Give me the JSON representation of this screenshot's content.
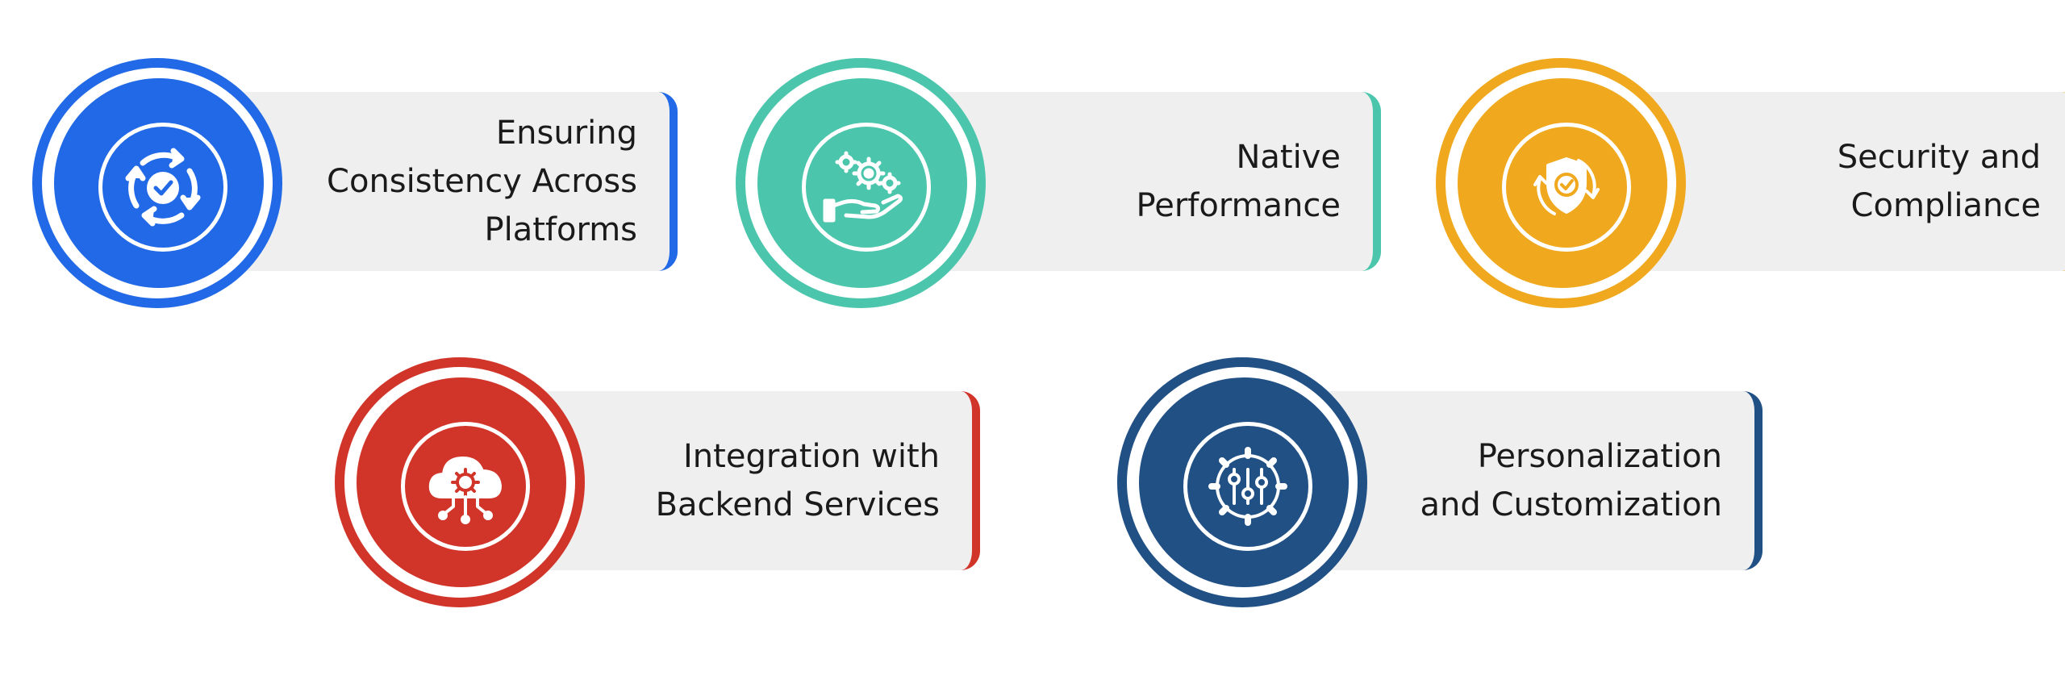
{
  "items": [
    {
      "label": "Ensuring\nConsistency Across\nPlatforms",
      "color": "#2169e6",
      "icon": "sync-check-icon"
    },
    {
      "label": "Native\nPerformance",
      "color": "#4bc6ac",
      "icon": "gears-hand-icon"
    },
    {
      "label": "Security and\nCompliance",
      "color": "#f0a91e",
      "icon": "shield-check-icon"
    },
    {
      "label": "Integration with\nBackend Services",
      "color": "#d1352a",
      "icon": "cloud-gear-icon"
    },
    {
      "label": "Personalization\nand Customization",
      "color": "#215085",
      "icon": "settings-sliders-icon"
    }
  ]
}
